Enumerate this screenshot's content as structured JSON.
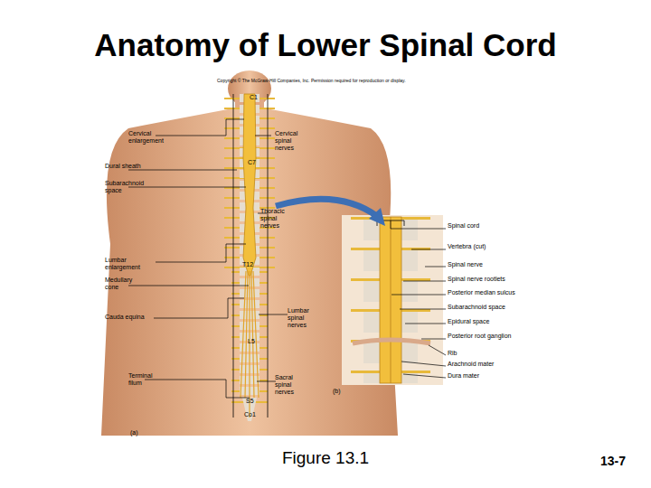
{
  "diagram": {
    "title": "Anatomy of Lower Spinal Cord",
    "caption": "Figure 13.1",
    "labels": [
      "Copyright © The McGraw-Hill Companies, Inc. Permission required for reproduction or display.",
      "C1",
      "Cervical enlargement",
      "Cervical spinal nerves",
      "C7",
      "Dural sheath",
      "Subarachnoid space",
      "Thoracic spinal nerves",
      "Spinal cord",
      "Vertebra (cut)",
      "Lumbar enlargement",
      "T12",
      "Spinal nerve",
      "Medullary cone",
      "Spinal nerve rootlets",
      "Posterior median sulcus",
      "Subarachnoid space",
      "Lumbar spinal nerves",
      "Cauda equina",
      "Epidural space",
      "Posterior root ganglion",
      "L5",
      "Rib",
      "Arachnoid mater",
      "Dura mater",
      "Terminal filum",
      "Sacral spinal nerves",
      "(b)",
      "S5",
      "Co1",
      "(a)",
      "13-7"
    ]
  }
}
